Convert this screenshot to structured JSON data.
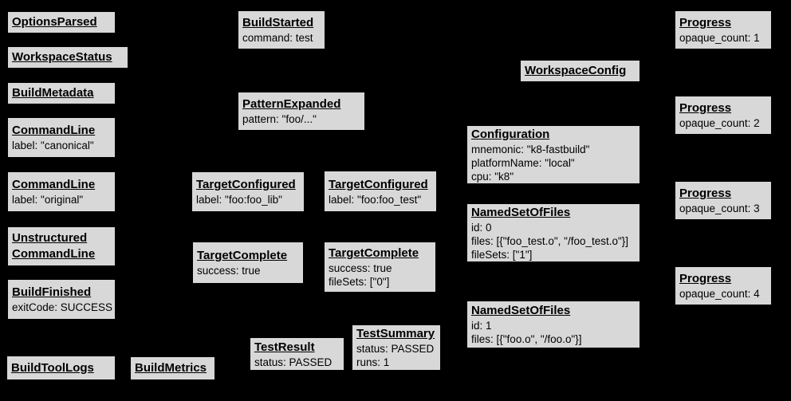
{
  "diagram": {
    "description": "Build event protocol event graph",
    "background_color": "#000000",
    "node_fill_color": "#d8d8d8",
    "node_border_color": "#000000",
    "node_text_color": "#000000"
  },
  "nodes": [
    {
      "title": "OptionsParsed",
      "lines": []
    },
    {
      "title": "WorkspaceStatus",
      "lines": []
    },
    {
      "title": "BuildMetadata",
      "lines": []
    },
    {
      "title": "CommandLine",
      "lines": [
        "label: \"canonical\""
      ]
    },
    {
      "title": "CommandLine",
      "lines": [
        "label: \"original\""
      ]
    },
    {
      "title": "Unstructured",
      "title2": "CommandLine",
      "lines": []
    },
    {
      "title": "BuildFinished",
      "lines": [
        "exitCode: SUCCESS"
      ]
    },
    {
      "title": "BuildToolLogs",
      "lines": []
    },
    {
      "title": "BuildMetrics",
      "lines": []
    },
    {
      "title": "BuildStarted",
      "lines": [
        "command: test"
      ]
    },
    {
      "title": "PatternExpanded",
      "lines": [
        "pattern: \"foo/...\""
      ]
    },
    {
      "title": "TargetConfigured",
      "lines": [
        "label: \"foo:foo_lib\""
      ]
    },
    {
      "title": "TargetConfigured",
      "lines": [
        "label: \"foo:foo_test\""
      ]
    },
    {
      "title": "TargetComplete",
      "lines": [
        "success: true"
      ]
    },
    {
      "title": "TargetComplete",
      "lines": [
        "success: true",
        "fileSets: [\"0\"]"
      ]
    },
    {
      "title": "TestResult",
      "lines": [
        "status: PASSED"
      ]
    },
    {
      "title": "TestSummary",
      "lines": [
        "status: PASSED",
        "runs: 1"
      ]
    },
    {
      "title": "WorkspaceConfig",
      "lines": []
    },
    {
      "title": "Configuration",
      "lines": [
        "mnemonic: \"k8-fastbuild\"",
        "platformName: \"local\"",
        "cpu: \"k8\""
      ]
    },
    {
      "title": "NamedSetOfFiles",
      "lines": [
        "id: 0",
        "files: [{\"foo_test.o\", \"/foo_test.o\"}]",
        "fileSets: [\"1\"]"
      ]
    },
    {
      "title": "NamedSetOfFiles",
      "lines": [
        "id: 1",
        "files: [{\"foo.o\", \"/foo.o\"}]"
      ]
    },
    {
      "title": "Progress",
      "lines": [
        "opaque_count: 1"
      ]
    },
    {
      "title": "Progress",
      "lines": [
        "opaque_count: 2"
      ]
    },
    {
      "title": "Progress",
      "lines": [
        "opaque_count: 3"
      ]
    },
    {
      "title": "Progress",
      "lines": [
        "opaque_count: 4"
      ]
    }
  ]
}
